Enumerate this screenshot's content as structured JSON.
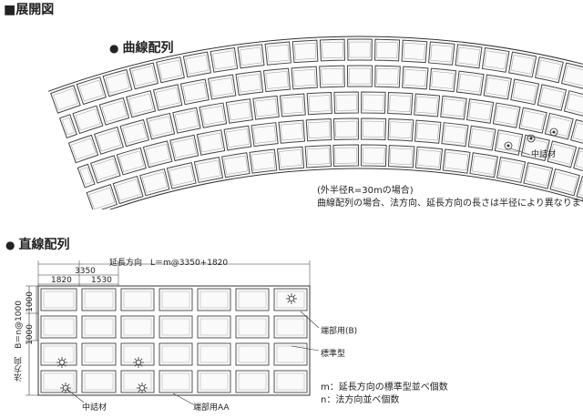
{
  "page_title": "■展開図",
  "curve_section": {
    "bullet": "●",
    "title": "曲線配列",
    "filler_label": "中詰材",
    "note_radius": "(外半径R=30mの場合)",
    "note_text": "曲線配列の場合、法方向、延長方向の長さは半径により異なります。"
  },
  "straight_section": {
    "bullet": "●",
    "title": "直線配列",
    "extension_label": "延長方向　L＝m@3350+1820",
    "dim_3350": "3350",
    "dim_1820": "1820",
    "dim_1530": "1530",
    "vertical_direction": "法方向　B＝n@1000",
    "vertical_dim_1": "1000",
    "vertical_dim_2": "1000",
    "label_end_b": "端部用(B)",
    "label_standard": "標準型",
    "label_filler": "中詰材",
    "label_end_aa": "端部用AA",
    "legend_m": "m：延長方向の標準型並べ個数",
    "legend_n": "n：法方向並べ個数"
  }
}
